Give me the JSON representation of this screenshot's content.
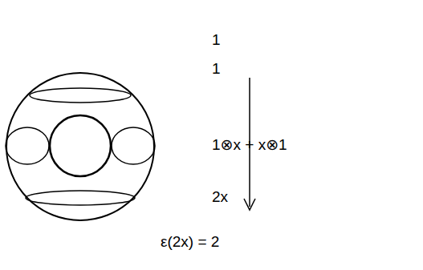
{
  "diagram": {
    "labels": [
      "1",
      "1",
      "1⊗x + x⊗1",
      "2x",
      "ε(2x) = 2"
    ]
  }
}
